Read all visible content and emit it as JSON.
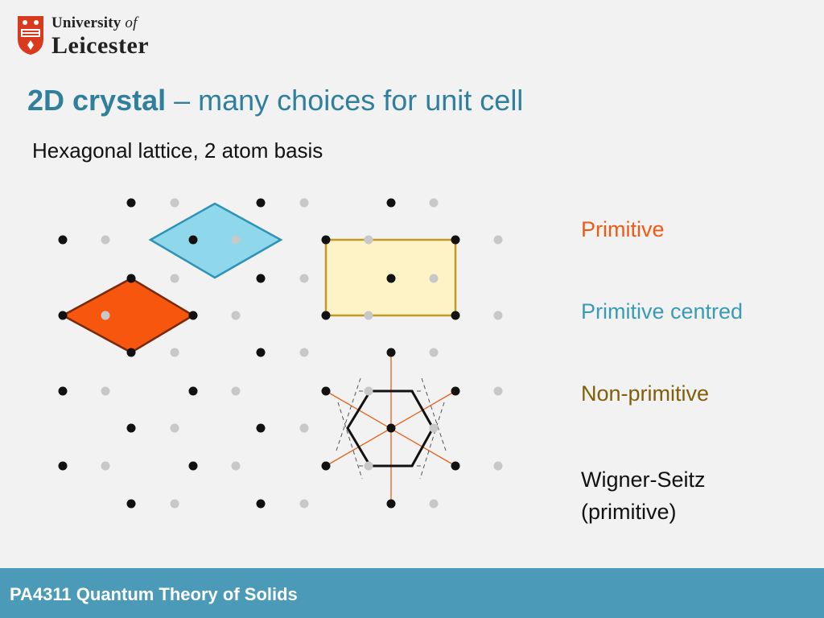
{
  "logo": {
    "line1_main": "University",
    "line1_of": "of",
    "line2": "Leicester"
  },
  "title": {
    "bold": "2D crystal",
    "rest": " – many choices for unit cell"
  },
  "subtitle": "Hexagonal lattice, 2 atom basis",
  "legend": {
    "primitive": "Primitive",
    "primitive_centred": "Primitive centred",
    "non_primitive": "Non-primitive",
    "wigner_seitz_1": "Wigner-Seitz",
    "wigner_seitz_2": "(primitive)"
  },
  "colors": {
    "primitive": "#f05a14",
    "primitive_centred": "#8fd7ea",
    "non_primitive": "#fdf3c6",
    "non_primitive_border": "#c9a227",
    "atom_a": "#111111",
    "atom_b": "#c8c8c8",
    "wigner_seitz": "#111111",
    "neighbour_lines": "#e8621a"
  },
  "footer": "PA4311 Quantum Theory of Solids"
}
